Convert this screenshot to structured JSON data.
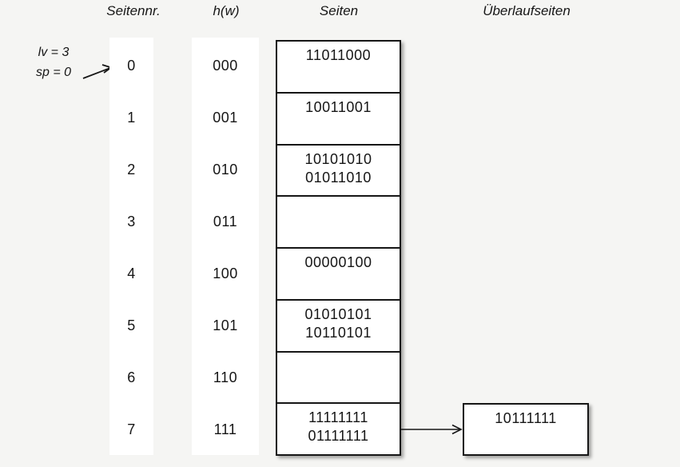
{
  "colors": {
    "background": "#f5f5f3",
    "surface": "#ffffff",
    "border": "#161616",
    "text": "#161616"
  },
  "headers": {
    "page_number": "Seitennr.",
    "hash_function": "h(w)",
    "pages": "Seiten",
    "overflow_pages": "Überlaufseiten"
  },
  "state": {
    "level_label": "lv = 3",
    "split_pointer_label": "sp = 0"
  },
  "rows": [
    {
      "page_no": "0",
      "hash": "000",
      "entries": [
        "11011000"
      ]
    },
    {
      "page_no": "1",
      "hash": "001",
      "entries": [
        "10011001"
      ]
    },
    {
      "page_no": "2",
      "hash": "010",
      "entries": [
        "10101010",
        "01011010"
      ]
    },
    {
      "page_no": "3",
      "hash": "011",
      "entries": []
    },
    {
      "page_no": "4",
      "hash": "100",
      "entries": [
        "00000100"
      ]
    },
    {
      "page_no": "5",
      "hash": "101",
      "entries": [
        "01010101",
        "10110101"
      ]
    },
    {
      "page_no": "6",
      "hash": "110",
      "entries": []
    },
    {
      "page_no": "7",
      "hash": "111",
      "entries": [
        "11111111",
        "01111111"
      ]
    }
  ],
  "overflow": {
    "attached_to_page": "7",
    "entries": [
      "10111111"
    ]
  }
}
